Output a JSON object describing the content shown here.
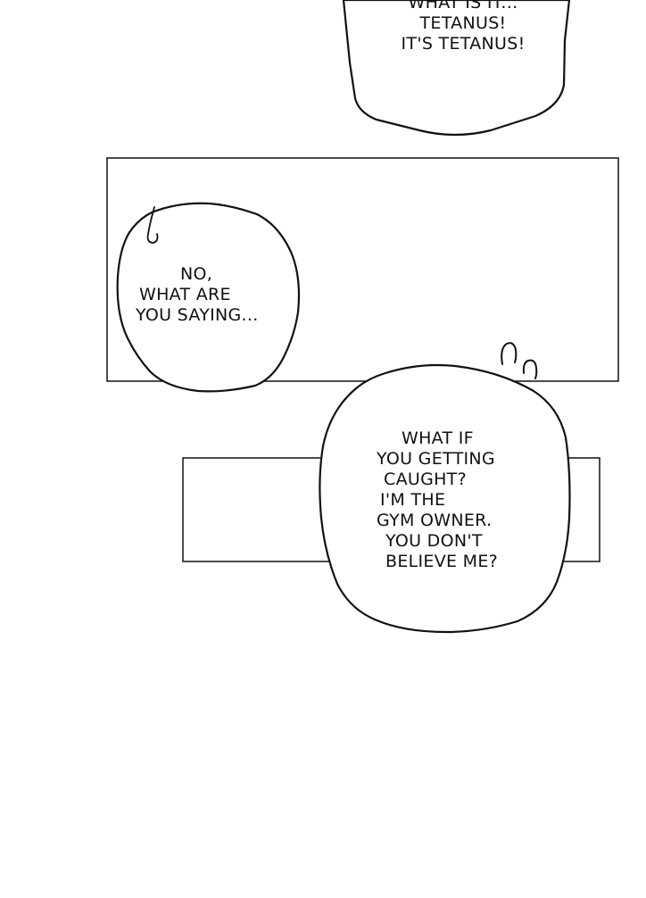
{
  "bubbles": {
    "top": {
      "lines": [
        "WHAT IS IT...",
        "TETANUS!",
        "IT'S TETANUS!"
      ]
    },
    "middle": {
      "lines": [
        "NO,",
        "WHAT ARE",
        "YOU SAYING..."
      ]
    },
    "bottom": {
      "lines": [
        "WHAT IF",
        "YOU GETTING",
        "CAUGHT?",
        "I'M THE",
        "GYM OWNER.",
        "YOU DON'T",
        "BELIEVE ME?"
      ]
    }
  },
  "colors": {
    "ink": "#111111",
    "paper": "#ffffff"
  }
}
